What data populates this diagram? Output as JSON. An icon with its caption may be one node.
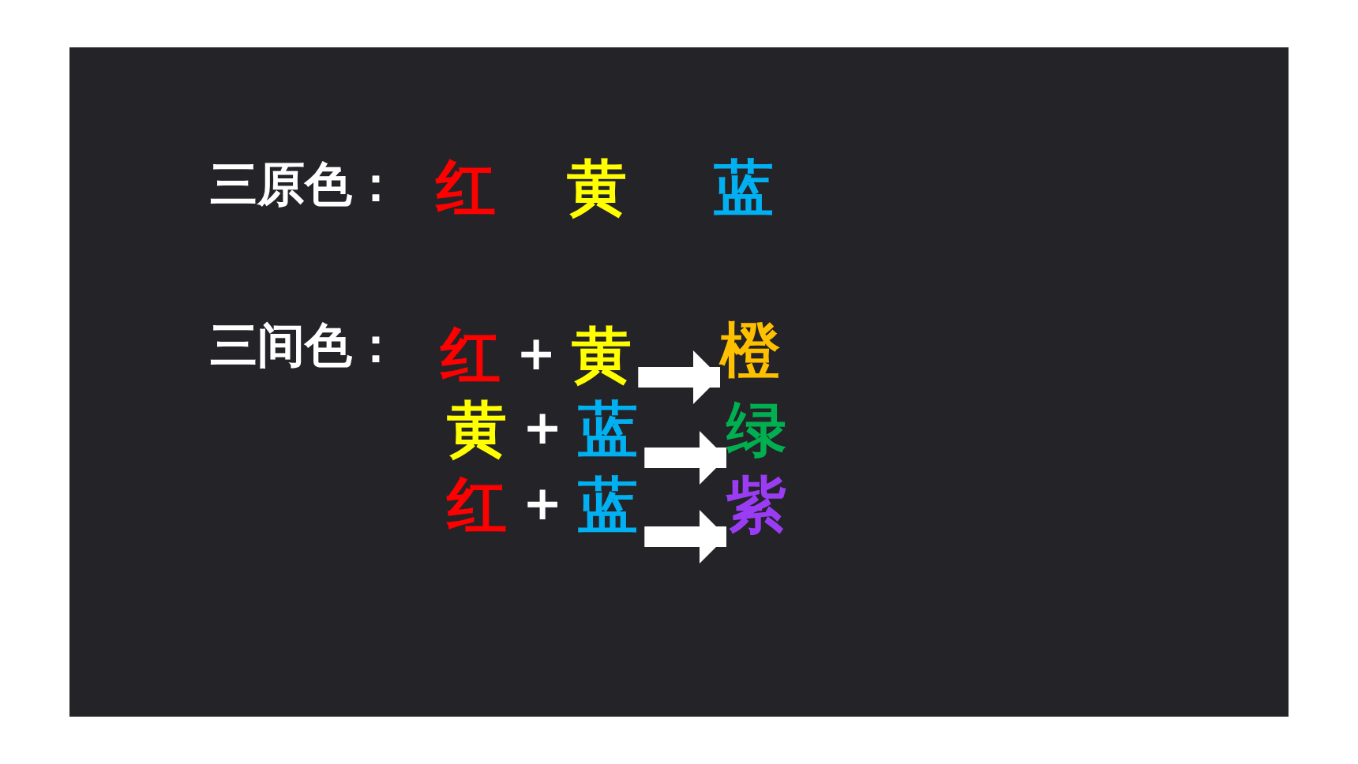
{
  "diagram": {
    "nodes": [
      {
        "text": [
          "红",
          "+",
          "黄"
        ]
      },
      {
        "text": [
          "橙"
        ]
      },
      {
        "text": [
          "黄",
          "+",
          "蓝"
        ]
      },
      {
        "text": [
          "绿"
        ]
      },
      {
        "text": [
          "红",
          "+",
          "蓝"
        ]
      },
      {
        "text": [
          "紫"
        ]
      }
    ],
    "edges": [
      {
        "from": 0,
        "to": 1,
        "arrow": "to"
      },
      {
        "from": 2,
        "to": 3,
        "arrow": "to"
      },
      {
        "from": 4,
        "to": 5,
        "arrow": "to"
      }
    ],
    "labels": [
      "三原色：",
      "红",
      "黄",
      "蓝",
      "三间色："
    ]
  }
}
